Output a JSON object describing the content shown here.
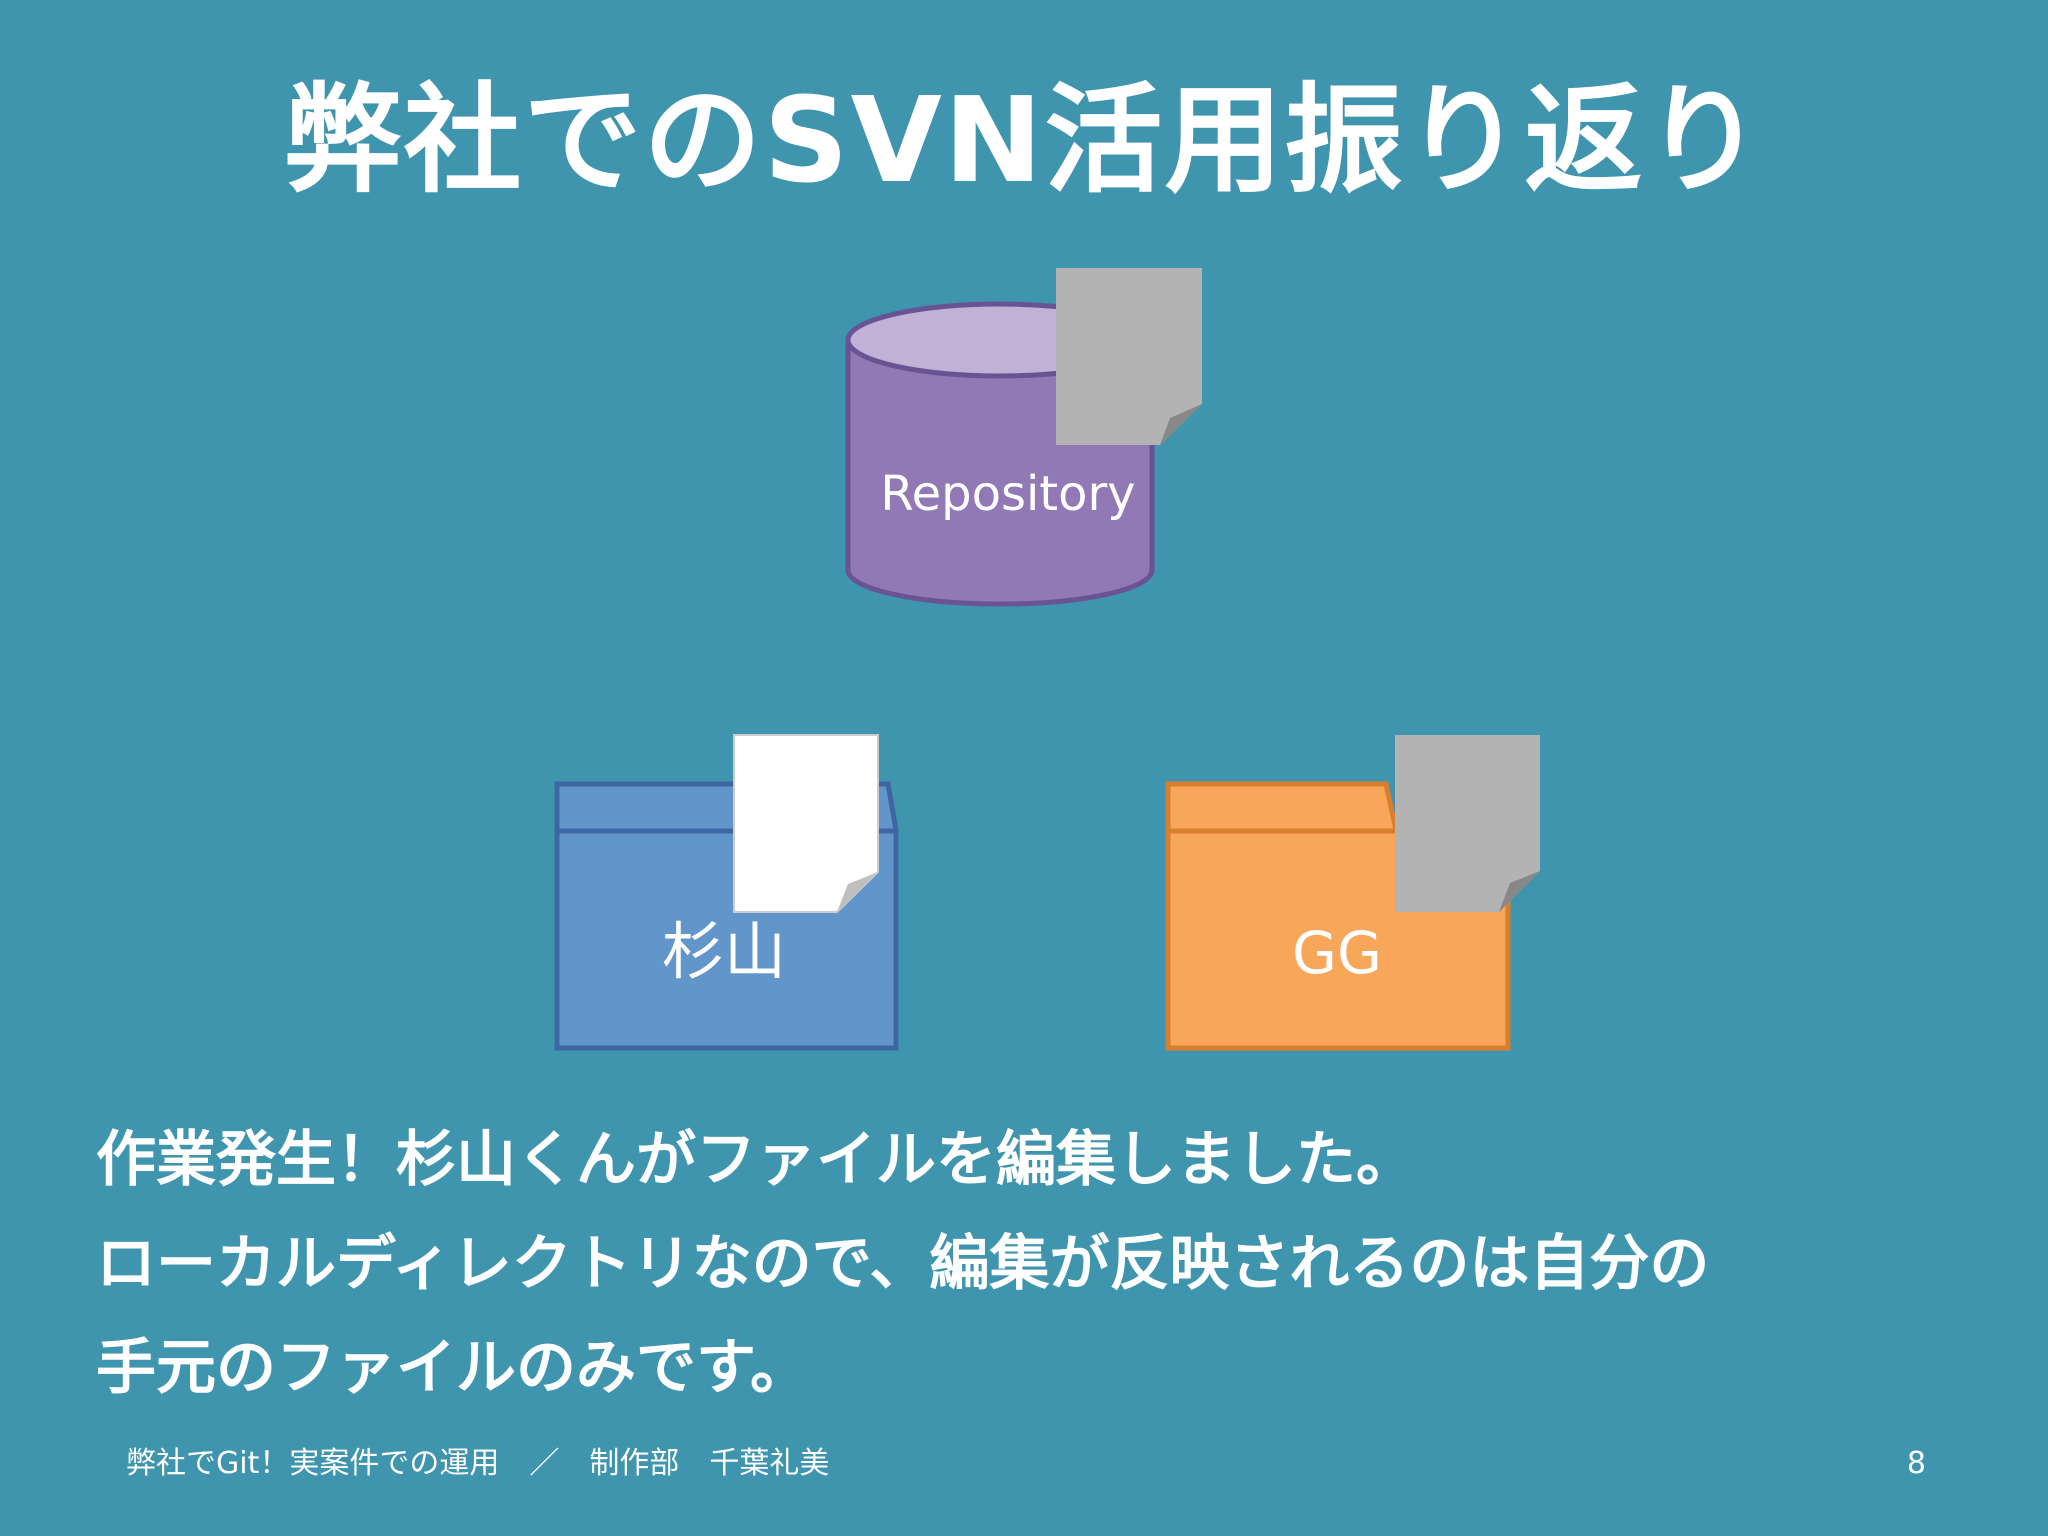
{
  "slide": {
    "title": "弊社でのSVN活用振り返り",
    "body_lines": [
      "作業発生！杉山くんがファイルを編集しました。",
      "ローカルディレクトリなので、編集が反映されるのは自分の",
      "手元のファイルのみです。"
    ],
    "footer": "弊社でGit！実案件での運用　／　制作部　千葉礼美",
    "page_number": "8"
  },
  "diagram": {
    "repository": {
      "label": "Repository",
      "color": "#9079b4",
      "top_color": "#c2b0d6",
      "document_color": "#b3b3b3"
    },
    "folders": [
      {
        "label": "杉山",
        "color": "#6296cb",
        "border_color": "#3f66a3",
        "document_color": "#ffffff"
      },
      {
        "label": "GG",
        "color": "#f7a65a",
        "border_color": "#d97d2e",
        "document_color": "#b3b3b3"
      }
    ]
  }
}
